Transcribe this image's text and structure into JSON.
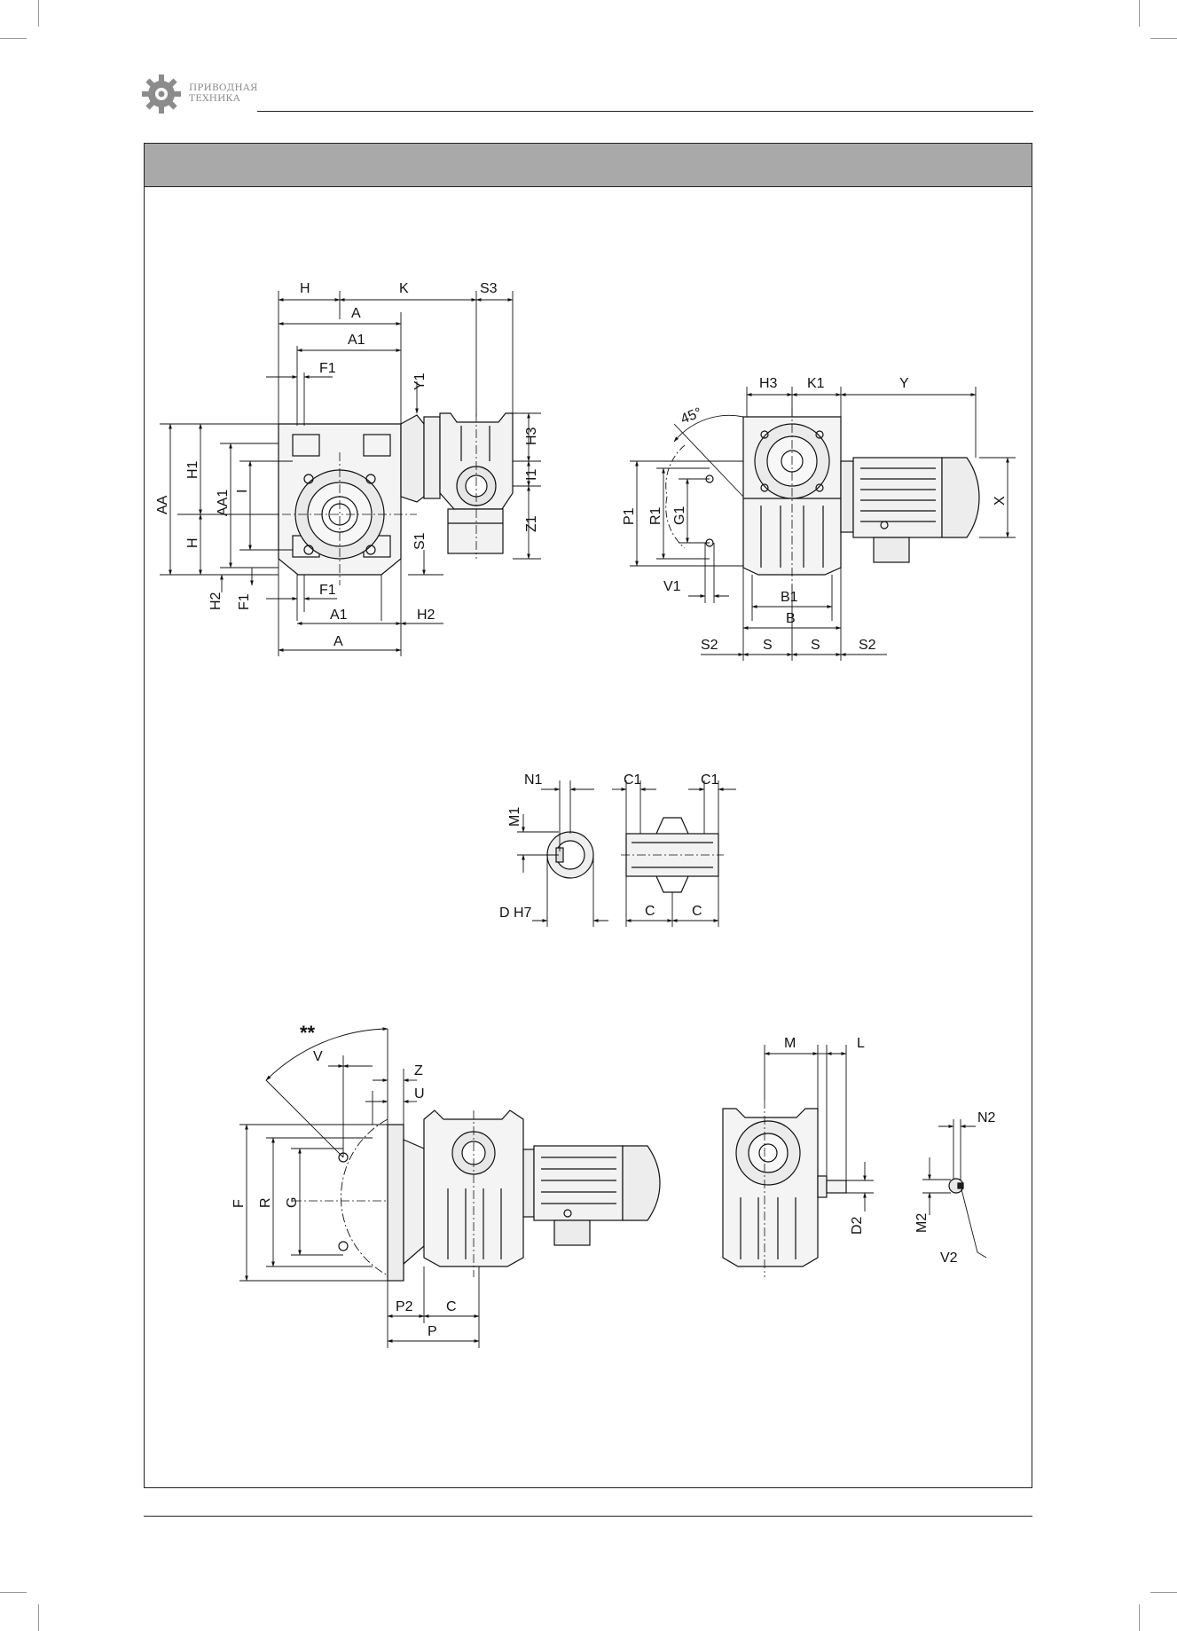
{
  "brand": {
    "line1": "ПРИВОДНАЯ",
    "line2": "ТЕХНИКА",
    "logo_icon": "gear-icon",
    "logo_color": "#8c8c8c"
  },
  "colors": {
    "header_band": "#a9a9a9",
    "line": "#111111"
  },
  "view1": {
    "H": "H",
    "K": "K",
    "S3": "S3",
    "A": "A",
    "A1": "A1",
    "F1": "F1",
    "Y1": "Y1",
    "H3": "H3",
    "I1": "I1",
    "Z1": "Z1",
    "AA": "AA",
    "H1": "H1",
    "AA1": "AA1",
    "I": "I",
    "H_low": "H",
    "S1": "S1",
    "H2": "H2",
    "F1_low": "F1",
    "F1_bot": "F1",
    "A1_bot": "A1",
    "H2_right": "H2",
    "A_bot": "A"
  },
  "view2": {
    "H3": "H3",
    "K1": "K1",
    "Y": "Y",
    "angle": "45°",
    "P1": "P1",
    "R1": "R1",
    "G1": "G1",
    "X": "X",
    "V1": "V1",
    "B1": "B1",
    "B": "B",
    "S2_left": "S2",
    "S_left": "S",
    "S_right": "S",
    "S2_right": "S2"
  },
  "view3": {
    "N1": "N1",
    "C1_left": "C1",
    "C1_right": "C1",
    "M1": "M1",
    "DH7": "D H7",
    "C_left": "C",
    "C_right": "C"
  },
  "view4": {
    "stars": "**",
    "V": "V",
    "Z": "Z",
    "U": "U",
    "F": "F",
    "R": "R",
    "G": "G",
    "P2": "P2",
    "C": "C",
    "P": "P"
  },
  "view5": {
    "M": "M",
    "L": "L",
    "D2": "D2"
  },
  "view6": {
    "N2": "N2",
    "M2": "M2",
    "V2": "V2"
  }
}
